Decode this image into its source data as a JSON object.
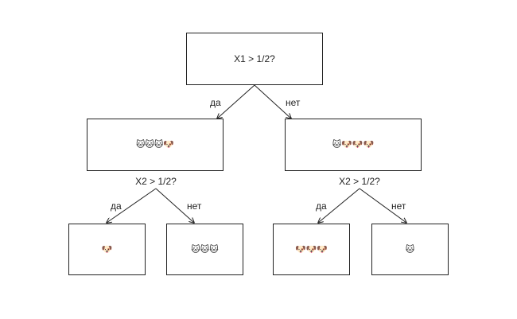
{
  "root": {
    "question": "X1 > 1/2?"
  },
  "edges": {
    "root_yes": "да",
    "root_no": "нет",
    "left_yes": "да",
    "left_no": "нет",
    "right_yes": "да",
    "right_no": "нет"
  },
  "left_node": {
    "question": "X2 > 1/2?",
    "items": [
      "cat",
      "cat",
      "cat",
      "dog"
    ]
  },
  "right_node": {
    "question": "X2 > 1/2?",
    "items": [
      "cat",
      "dog",
      "dog",
      "dog"
    ]
  },
  "leaves": [
    {
      "items": [
        "dog"
      ]
    },
    {
      "items": [
        "cat",
        "cat",
        "cat"
      ]
    },
    {
      "items": [
        "dog",
        "dog",
        "dog"
      ]
    },
    {
      "items": [
        "cat"
      ]
    }
  ],
  "icon_glyphs": {
    "cat": "🐱",
    "dog": "🐶"
  },
  "colors": {
    "line": "#222222",
    "background": "#ffffff"
  }
}
